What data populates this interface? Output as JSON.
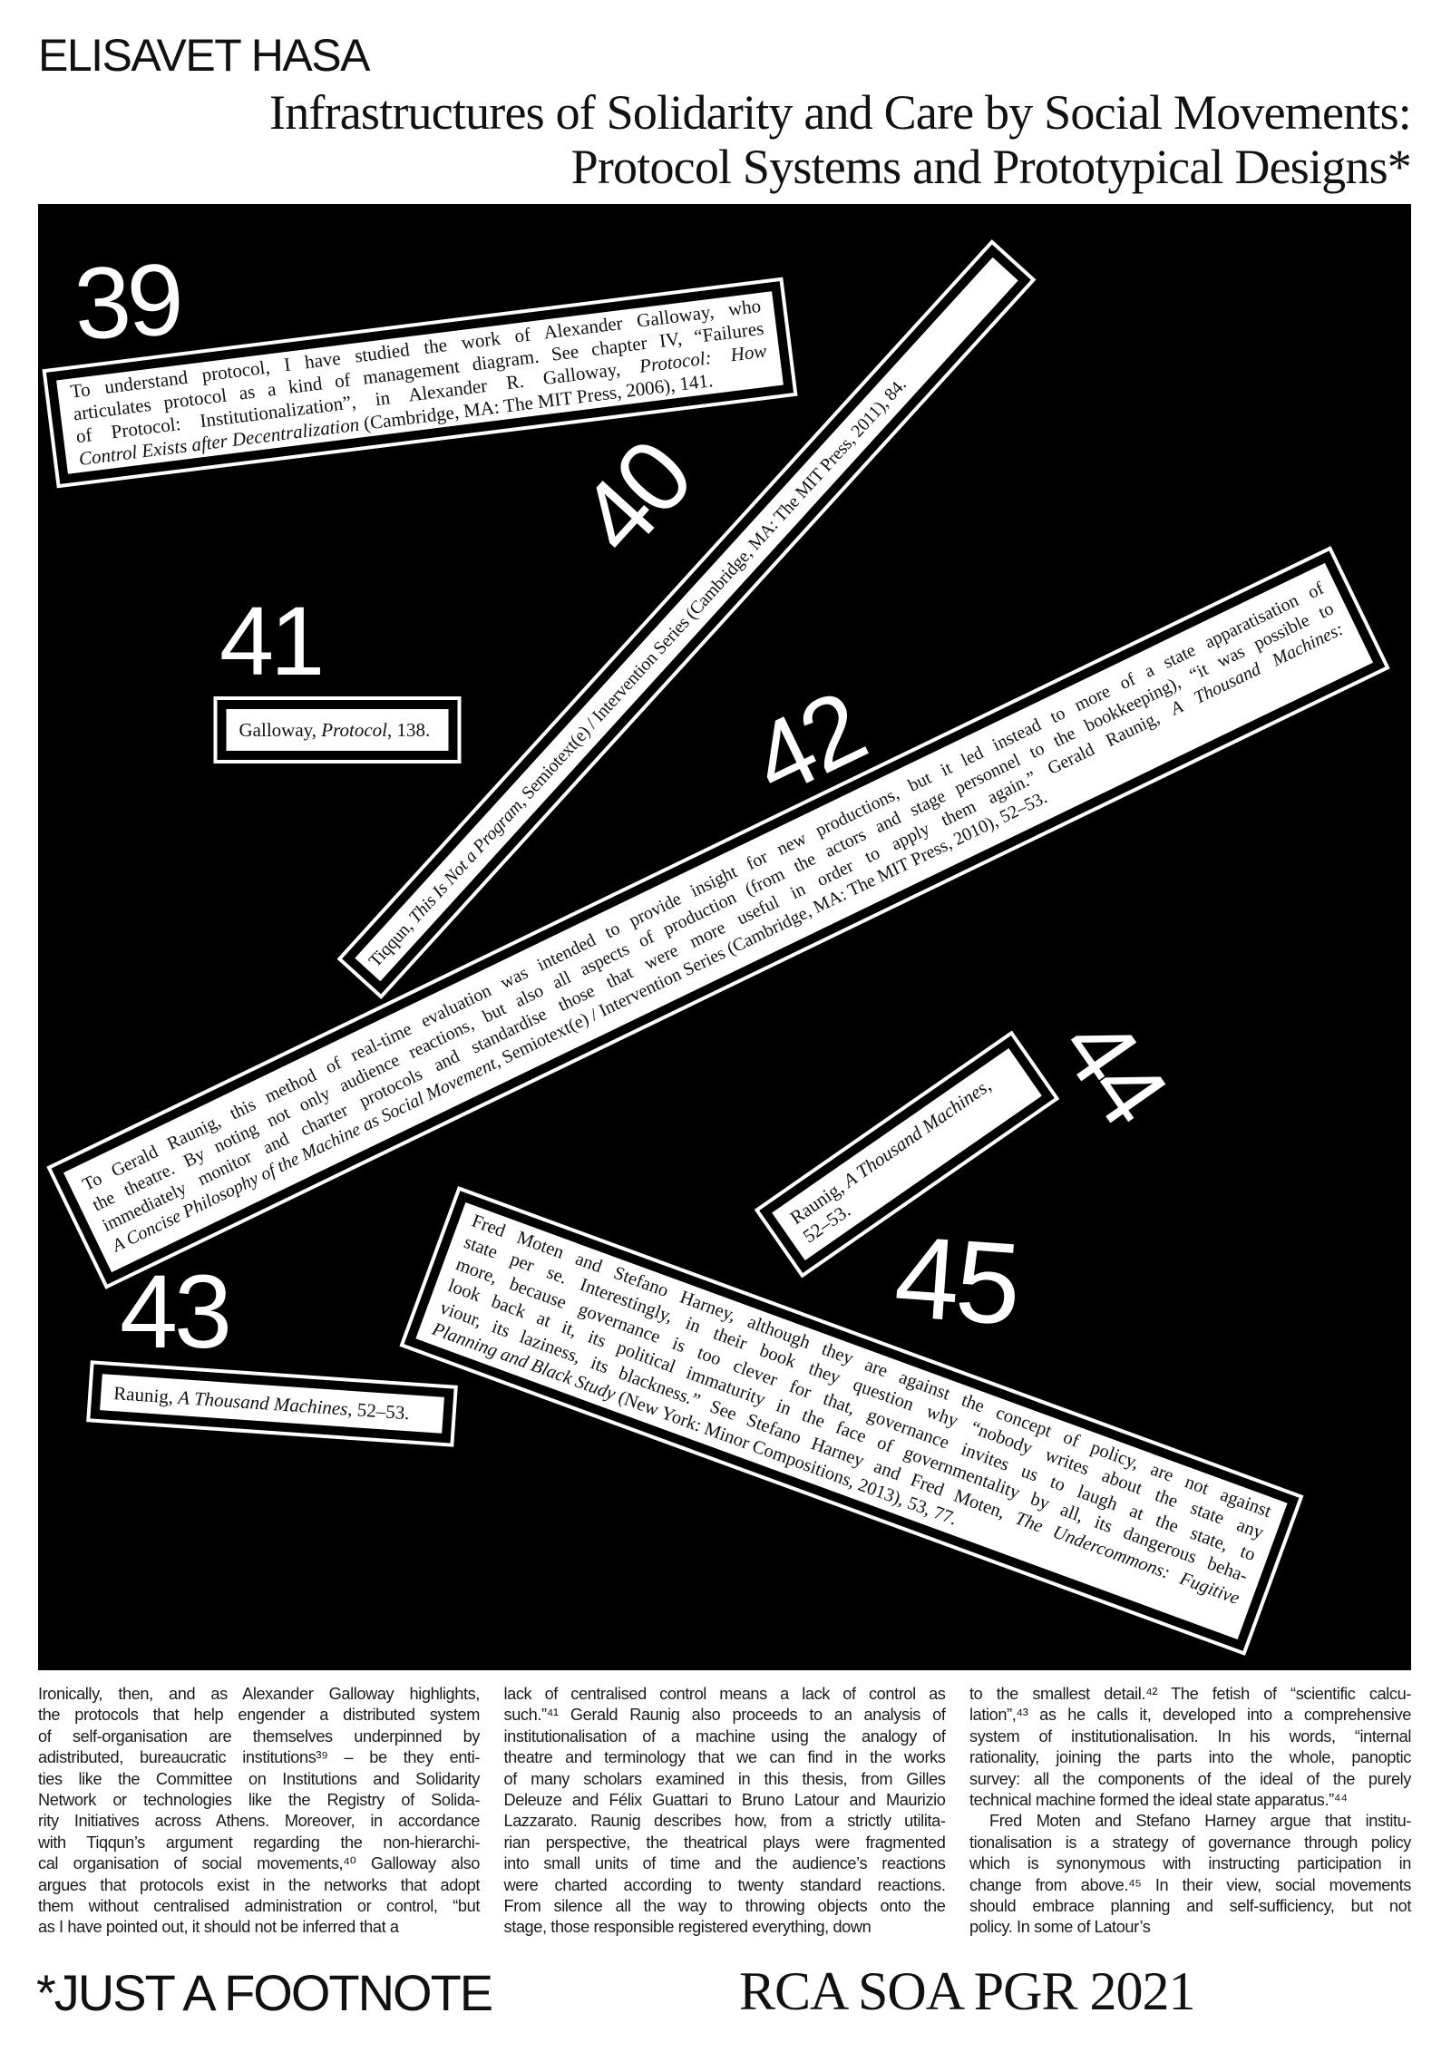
{
  "header": {
    "author": "ELISAVET HASA",
    "title_line1": "Infrastructures of Solidarity and Care by Social Movements:",
    "title_line2": "Protocol Systems and Prototypical Designs*"
  },
  "footnotes": [
    {
      "number": "39",
      "lines": [
        [
          {
            "t": "To understand protocol, I have studied the work of Alexander Galloway, who"
          }
        ],
        [
          {
            "t": "articulates protocol as a kind of management diagram. See chapter IV, “Failures"
          }
        ],
        [
          {
            "t": "of Protocol: Institutionalization”, in Alexander R. Galloway, "
          },
          {
            "t": "Protocol: How",
            "i": true
          }
        ],
        [
          {
            "t": "Control Exists after Decentralization",
            "i": true
          },
          {
            "t": " (Cambridge, MA: The MIT Press, 2006), 141."
          }
        ]
      ]
    },
    {
      "number": "40",
      "lines": [
        [
          {
            "t": "Tiqqun, "
          },
          {
            "t": "This Is Not a Program",
            "i": true
          },
          {
            "t": ", Semiotext(e) / Intervention Series (Cambridge, MA: The MIT Press, 2011), 84."
          }
        ]
      ]
    },
    {
      "number": "41",
      "lines": [
        [
          {
            "t": "Galloway, "
          },
          {
            "t": "Protocol",
            "i": true
          },
          {
            "t": ", 138."
          }
        ]
      ]
    },
    {
      "number": "42",
      "lines": [
        [
          {
            "t": "To Gerald Raunig, this method of real-time evaluation was intended to provide insight for new productions, but it led instead to more of a state apparatisation of"
          }
        ],
        [
          {
            "t": "the theatre. By noting not only audience reactions, but also all aspects of production (from the actors and stage personnel to the bookkeeping), “it was possible to"
          }
        ],
        [
          {
            "t": "immediately monitor and charter protocols and standardise those that were more useful in order to apply them again.” Gerald Raunig, "
          },
          {
            "t": "A Thousand Machines:",
            "i": true
          }
        ],
        [
          {
            "t": "A Concise Philosophy of the Machine as Social Movement",
            "i": true
          },
          {
            "t": ", Semiotext(e) / Intervention Series (Cambridge, MA: The MIT Press, 2010), 52–53."
          }
        ]
      ]
    },
    {
      "number": "43",
      "lines": [
        [
          {
            "t": "Raunig, "
          },
          {
            "t": "A Thousand Machines",
            "i": true
          },
          {
            "t": ", 52–53."
          }
        ]
      ]
    },
    {
      "number": "44",
      "lines": [
        [
          {
            "t": "Raunig, "
          },
          {
            "t": "A Thousand Machines,",
            "i": true
          }
        ],
        [
          {
            "t": "52–53."
          }
        ]
      ]
    },
    {
      "number": "45",
      "lines": [
        [
          {
            "t": "Fred Moten and Stefano Harney, although they are against the concept of policy, are not against"
          }
        ],
        [
          {
            "t": "state per se. Interestingly, in their book they question why “nobody writes about the state any"
          }
        ],
        [
          {
            "t": "more, because governance is too clever for that, governance invites us to laugh at the state, to"
          }
        ],
        [
          {
            "t": "look back at it, its political immaturity in the face of governmentality by all, its dangerous beha-"
          }
        ],
        [
          {
            "t": "viour, its laziness, its blackness.” See Stefano Harney and Fred Moten, "
          },
          {
            "t": "The Undercommons: Fugitive",
            "i": true
          }
        ],
        [
          {
            "t": "Planning and Black Study",
            "i": true
          },
          {
            "t": " (New York: Minor Compositions, 2013), 53, 77."
          }
        ]
      ]
    }
  ],
  "body": {
    "columns": [
      [
        "Ironically, then, and as Alexander Galloway highlights,",
        "the protocols that help engender a distributed system",
        "of self-organisation are themselves underpinned by",
        "adistributed, bureaucratic institutions³⁹ – be they enti-",
        "ties like the Committee on Institutions and Solidarity",
        "Network or technologies like the Registry of Solida-",
        "rity Initiatives across Athens. Moreover, in accordance",
        "with Tiqqun’s argument regarding the non-hierarchi-",
        "cal organisation of social movements,⁴⁰ Galloway also",
        "argues that protocols exist in the networks that adopt",
        "them without centralised administration or control, “but",
        "as I have pointed out, it should not be inferred that a"
      ],
      [
        "lack of centralised control means a lack of control as",
        "such.”⁴¹ Gerald Raunig also proceeds to an analysis of",
        "institutionalisation of a machine using the analogy of",
        "theatre and terminology that we can find in the works",
        "of many scholars examined in this thesis, from Gilles",
        "Deleuze and Félix Guattari to Bruno Latour and Maurizio",
        "Lazzarato. Raunig describes how, from a strictly utilita-",
        "rian perspective, the theatrical plays were fragmented",
        "into small units of time and the audience’s reactions",
        "were charted according to twenty standard reactions.",
        "From silence all the way to throwing objects onto the",
        "stage, those responsible registered everything, down"
      ],
      [
        "to the smallest detail.⁴² The fetish of “scientific calcu-",
        "lation”,⁴³ as he calls it, developed into a comprehensive",
        "system of institutionalisation. In his words, “internal",
        "rationality, joining the parts into the whole, panoptic",
        "survey: all the components of the ideal of the purely",
        "technical machine formed the ideal state apparatus.”⁴⁴",
        "Fred Moten and Stefano Harney argue that institu-",
        "tionalisation is a strategy of governance through policy",
        "which is synonymous with instructing participation in",
        "change from above.⁴⁵ In their view, social movements",
        "should embrace planning and self-sufficiency, but not",
        "policy. In some of Latour’s"
      ]
    ]
  },
  "footer": {
    "left": "*JUST A FOOTNOTE",
    "right": "RCA SOA PGR 2021"
  }
}
